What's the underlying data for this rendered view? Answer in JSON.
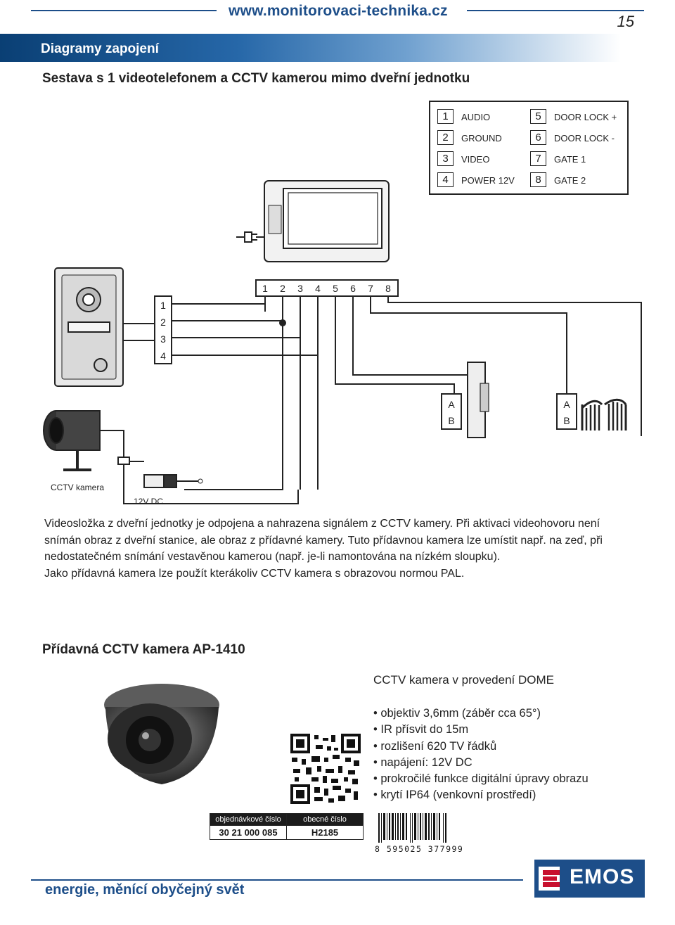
{
  "header": {
    "url": "www.monitorovaci-technika.cz",
    "page_number": "15"
  },
  "section": {
    "title": "Diagramy zapojení"
  },
  "diagram": {
    "title": "Sestava s 1 videotelefonem a CCTV kamerou mimo dveřní jednotku",
    "legend": [
      {
        "num": "1",
        "label": "AUDIO"
      },
      {
        "num": "2",
        "label": "GROUND"
      },
      {
        "num": "3",
        "label": "VIDEO"
      },
      {
        "num": "4",
        "label": "POWER 12V"
      },
      {
        "num": "5",
        "label": "DOOR LOCK +"
      },
      {
        "num": "6",
        "label": "DOOR LOCK -"
      },
      {
        "num": "7",
        "label": "GATE 1"
      },
      {
        "num": "8",
        "label": "GATE 2"
      }
    ],
    "terminal_top": [
      "1",
      "2",
      "3",
      "4",
      "5",
      "6",
      "7",
      "8"
    ],
    "terminal_left": [
      "1",
      "2",
      "3",
      "4"
    ],
    "lock_a": "A",
    "lock_b": "B",
    "gate_a": "A",
    "gate_b": "B",
    "camera_label": "CCTV kamera",
    "power_label": "12V DC"
  },
  "description": {
    "p1": "Videosložka z dveřní jednotky je odpojena a nahrazena signálem z CCTV kamery. Při aktivaci videohovoru není snímán obraz z dveřní stanice, ale obraz z přídavné kamery. Tuto přídavnou kamera lze umístit např. na zeď, při nedostatečném snímání vestavěnou kamerou (např. je-li namontována na nízkém sloupku).",
    "p2": "Jako přídavná kamera lze použít kterákoliv CCTV kamera s obrazovou normou PAL."
  },
  "product": {
    "title": "Přídavná CCTV kamera AP-1410",
    "subtitle": "CCTV kamera v provedení DOME",
    "features": [
      "objektiv 3,6mm (záběr cca 65°)",
      "IR přísvit do 15m",
      "rozlišení 620 TV řádků",
      "napájení: 12V DC",
      "prokročilé funkce digitální úpravy obrazu",
      "krytí IP64 (venkovní prostředí)"
    ],
    "order_header": "objednávkové číslo",
    "order_value": "30 21 000 085",
    "general_header": "obecné číslo",
    "general_value": "H2185",
    "barcode_text": "8 595025 377999"
  },
  "footer": {
    "slogan": "energie, měnící obyčejný svět",
    "logo_text": "EMOS"
  },
  "colors": {
    "brand_blue": "#1d4e89"
  }
}
